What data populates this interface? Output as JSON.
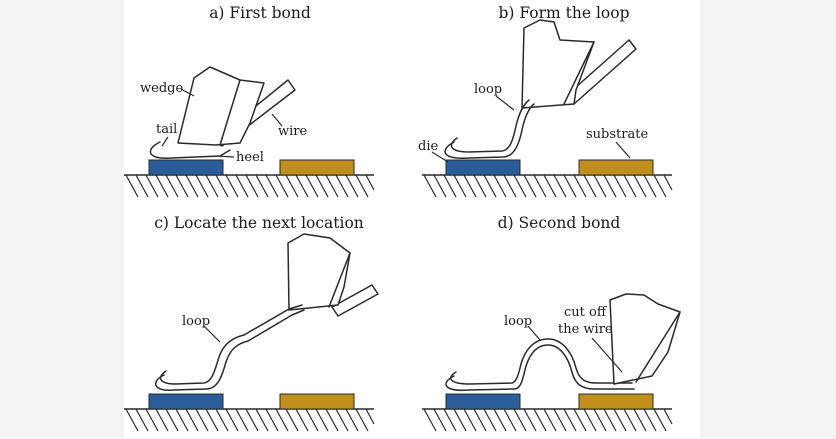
{
  "panels": [
    {
      "title": "a) First bond"
    },
    {
      "title": "b) Form the loop"
    },
    {
      "title": "c) Locate the next location"
    },
    {
      "title": "d) Second bond"
    }
  ],
  "labels": {
    "wedge": "wedge",
    "tail": "tail",
    "wire": "wire",
    "heel": "heel",
    "loop": "loop",
    "die": "die",
    "substrate": "substrate",
    "cut_off_1": "cut off",
    "cut_off_2": "the wire"
  },
  "colors": {
    "die": "#2c5d9b",
    "substrate": "#c1901c",
    "line": "#2a2a2a",
    "background": "#ffffff"
  }
}
